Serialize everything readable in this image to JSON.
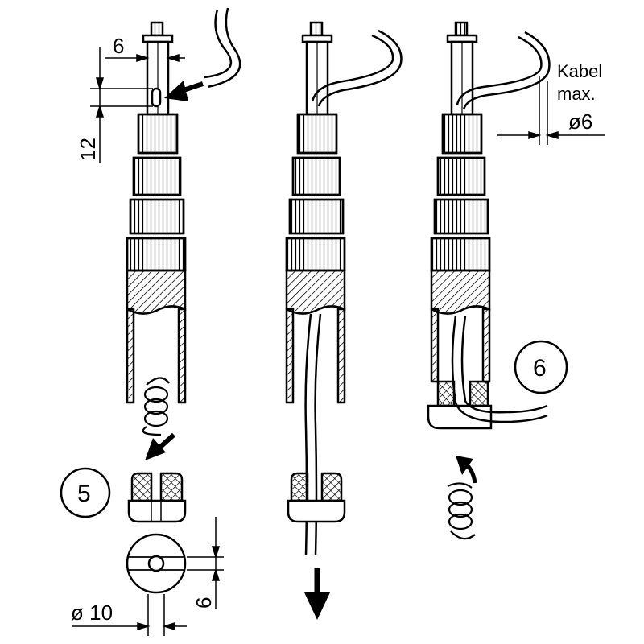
{
  "labels": {
    "dim_6_top": "6",
    "dim_12": "12",
    "cable_line1": "Kabel",
    "cable_line2": "max.",
    "dim_d6": "ø6",
    "step5": "5",
    "step6": "6",
    "dim_d10": "ø 10",
    "dim_6_bottom": "6"
  },
  "colors": {
    "stroke": "#000000",
    "background": "#ffffff"
  },
  "icons": [
    "arrow-icon",
    "spring-icon",
    "cable-icon",
    "hatch-pattern"
  ]
}
